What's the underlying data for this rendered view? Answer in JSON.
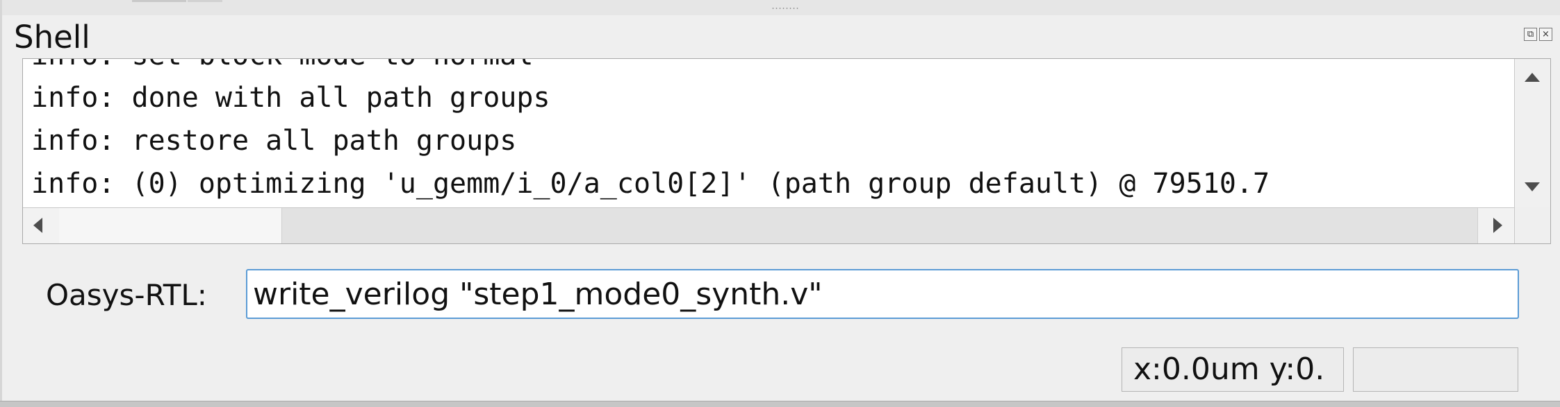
{
  "panel": {
    "title": "Shell",
    "float_icon": "⧉",
    "close_icon": "×"
  },
  "log": {
    "lines": [
      "info: set block mode to normal",
      "info: done with all path groups",
      "info: restore all path groups",
      "info: (0) optimizing 'u_gemm/i_0/a_col0[2]' (path group default) @ 79510.7"
    ]
  },
  "prompt": {
    "label": "Oasys-RTL:",
    "value": "write_verilog \"step1_mode0_synth.v\""
  },
  "status": {
    "coords": "x:0.0um y:0.",
    "extra": ""
  }
}
